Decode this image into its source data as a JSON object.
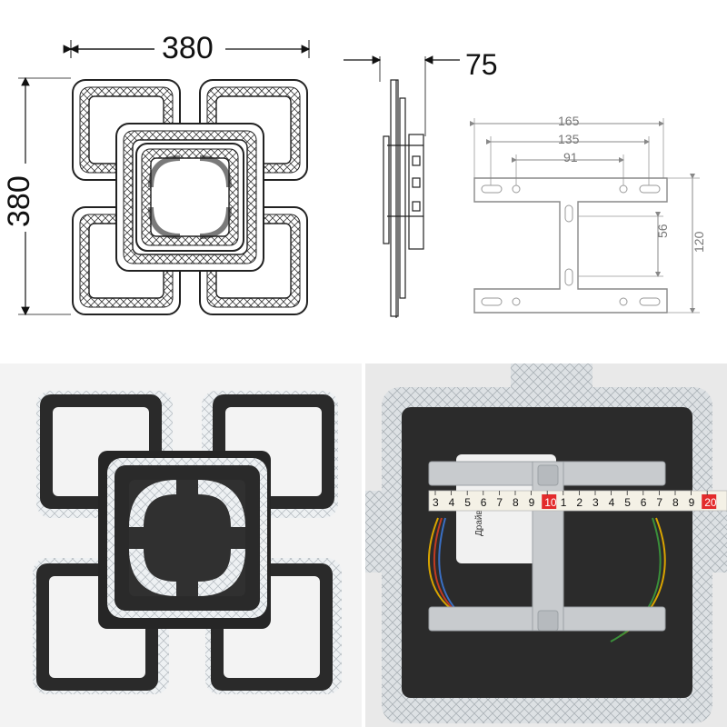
{
  "dimensions": {
    "width": "380",
    "height": "380",
    "depth": "75"
  },
  "mount_plate": {
    "outer_width": "165",
    "mid_width": "135",
    "inner_width": "91",
    "hole_spacing_vertical": "56",
    "height": "120"
  },
  "ruler": {
    "numbers": [
      "3",
      "4",
      "5",
      "6",
      "7",
      "8",
      "9",
      "10",
      "1",
      "2",
      "3",
      "4",
      "5",
      "6",
      "7",
      "8",
      "9",
      "20"
    ]
  },
  "driver_label": "Драйвер",
  "colors": {
    "frame": "#2a2a2a",
    "crystal": "#d9dde0",
    "ruler": "#f4f1e6",
    "ruler_red": "#e32b2b",
    "plate": "#c8cbce"
  }
}
